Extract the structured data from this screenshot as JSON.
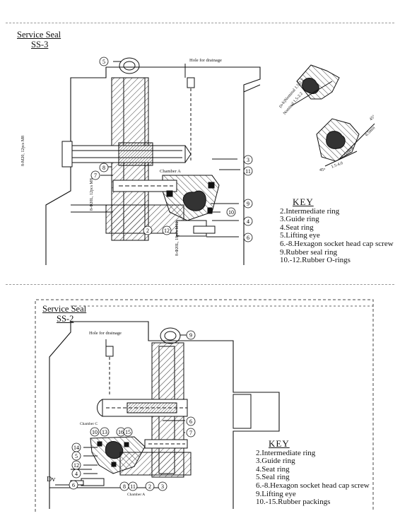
{
  "ss3": {
    "title": "Service Seal",
    "subtitle": "SS-3",
    "hole_label": "Hole for drainage",
    "chamber_label": "Chamber A",
    "screw_labels": [
      "8-M20, 12pcs M8",
      "8-Φ20L, 12pcs M8",
      "8-Φ20L, 18pcs M12"
    ],
    "detail_labels": [
      "(n-h)Nominal 1.5-2.2",
      "Nominal 1.5-2.2",
      "Gasket",
      "45°",
      "0.5min",
      "45°",
      "1.5-4.0"
    ],
    "callouts": [
      "5",
      "8",
      "7",
      "2",
      "12",
      "3",
      "11",
      "9",
      "10",
      "4",
      "6"
    ],
    "key": {
      "title": "KEY",
      "items": [
        "2.Intermediate ring",
        "3.Guide ring",
        "4.Seat ring",
        "5.Lifting eye",
        "6.-8.Hexagon socket head cap screw",
        "9.Rubber seal ring",
        "10.-12.Rubber O-rings"
      ]
    }
  },
  "ss2": {
    "title": "Service Seal",
    "subtitle": "SS-2",
    "hole_label": "Hole for drainage",
    "chamber_c_label": "Chamber C",
    "chamber_a_label": "Chamber A",
    "dv_label": "Dv",
    "callouts": [
      "9",
      "6",
      "7",
      "10",
      "13",
      "16",
      "15",
      "14",
      "5",
      "12",
      "4",
      "6",
      "8",
      "11",
      "2",
      "3"
    ],
    "key": {
      "title": "KEY",
      "items": [
        "2.Intermediate ring",
        "3.Guide ring",
        "4.Seat ring",
        "5.Seal ring",
        "6.-8.Hexagon socket head cap screw",
        "9.Lifting eye",
        "10.-15.Rubber packings"
      ]
    }
  }
}
